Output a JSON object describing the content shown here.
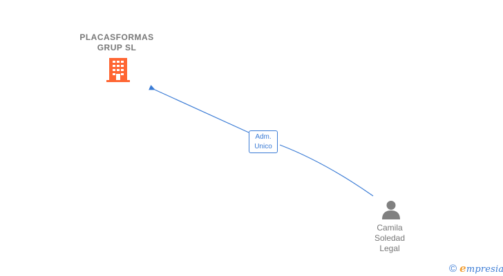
{
  "company": {
    "name": "PLACASFORMAS\nGRUP  SL",
    "icon": "building-icon",
    "color": "#ff6633"
  },
  "relation": {
    "role_line1": "Adm.",
    "role_line2": "Unico",
    "color": "#3a7bd5"
  },
  "person": {
    "name": "Camila\nSoledad\nLegal",
    "icon": "person-icon",
    "color": "#808080"
  },
  "brand": {
    "copyright_symbol": "©",
    "logo_first": "e",
    "logo_rest": "mpresia",
    "accent": "#f2a23a"
  }
}
